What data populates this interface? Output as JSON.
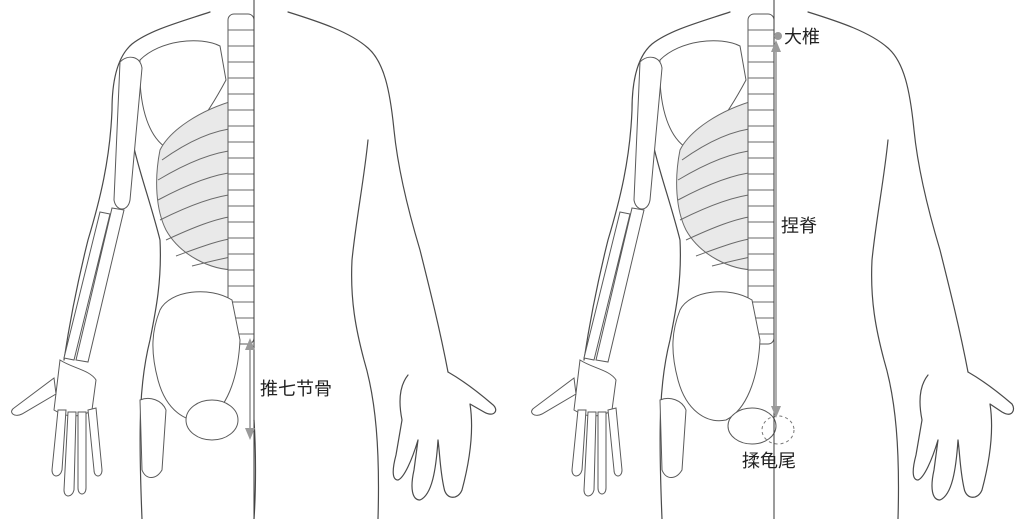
{
  "labels": {
    "tui_qi_jie_gu": "推七节骨",
    "da_zhui": "大椎",
    "nie_ji": "捏脊",
    "rou_gui_wei": "揉龟尾"
  }
}
